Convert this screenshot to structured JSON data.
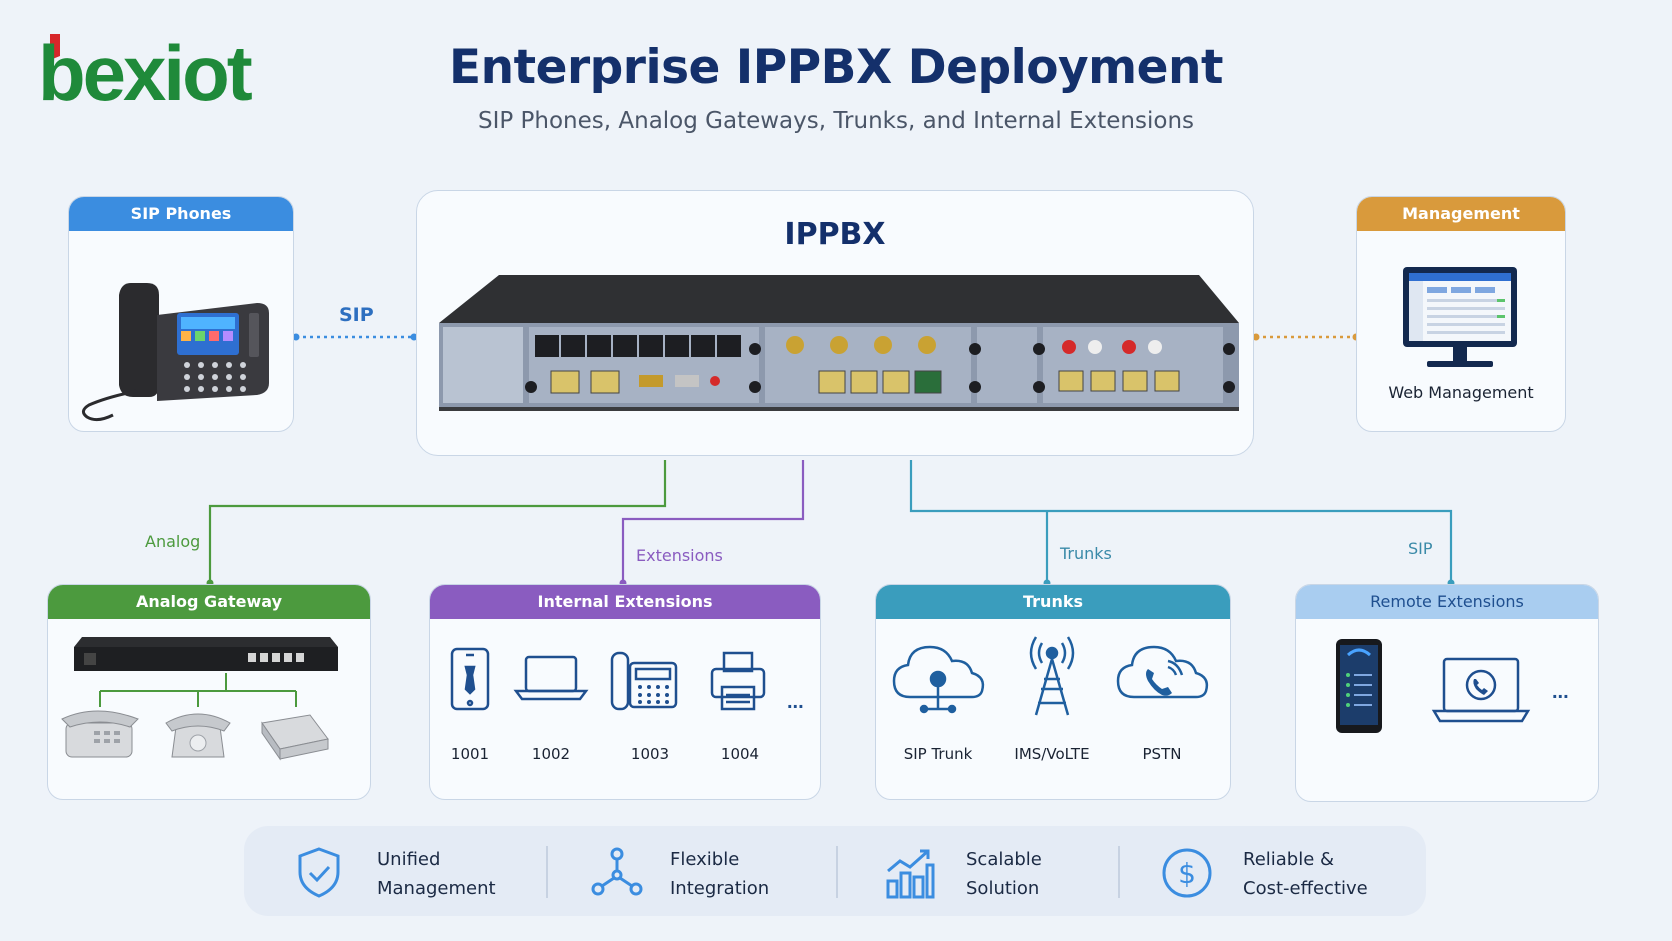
{
  "brand": {
    "logo_text": "bexiot"
  },
  "title": "Enterprise IPPBX Deployment",
  "subtitle": "SIP Phones, Analog Gateways, Trunks, and Internal Extensions",
  "center": {
    "title": "IPPBX"
  },
  "connections": {
    "sip_left": "SIP",
    "analog": "Analog",
    "extensions": "Extensions",
    "trunks": "Trunks",
    "sip_right": "SIP"
  },
  "cards": {
    "sip_phones": {
      "header": "SIP Phones",
      "color": "#3b8de0"
    },
    "management": {
      "header": "Management",
      "label": "Web Management",
      "color": "#d99a3c"
    },
    "analog_gateway": {
      "header": "Analog Gateway",
      "color": "#4c9a3e"
    },
    "internal_extensions": {
      "header": "Internal Extensions",
      "color": "#8a5cc0",
      "items": [
        "1001",
        "1002",
        "1003",
        "1004"
      ],
      "more": "..."
    },
    "trunks": {
      "header": "Trunks",
      "color": "#3a9dbd",
      "items": [
        "SIP Trunk",
        "IMS/VoLTE",
        "PSTN"
      ]
    },
    "remote_extensions": {
      "header": "Remote Extensions",
      "color": "#a9cdf0",
      "more": "..."
    }
  },
  "features": [
    {
      "line1": "Unified",
      "line2": "Management",
      "icon": "shield-check-icon"
    },
    {
      "line1": "Flexible",
      "line2": "Integration",
      "icon": "network-nodes-icon"
    },
    {
      "line1": "Scalable",
      "line2": "Solution",
      "icon": "growth-chart-icon"
    },
    {
      "line1": "Reliable &",
      "line2": "Cost-effective",
      "icon": "dollar-circle-icon"
    }
  ],
  "colors": {
    "navy": "#14306b",
    "blue": "#3b8de0",
    "orange": "#d99a3c",
    "green": "#4c9a3e",
    "purple": "#8a5cc0",
    "teal": "#3a9dbd"
  }
}
